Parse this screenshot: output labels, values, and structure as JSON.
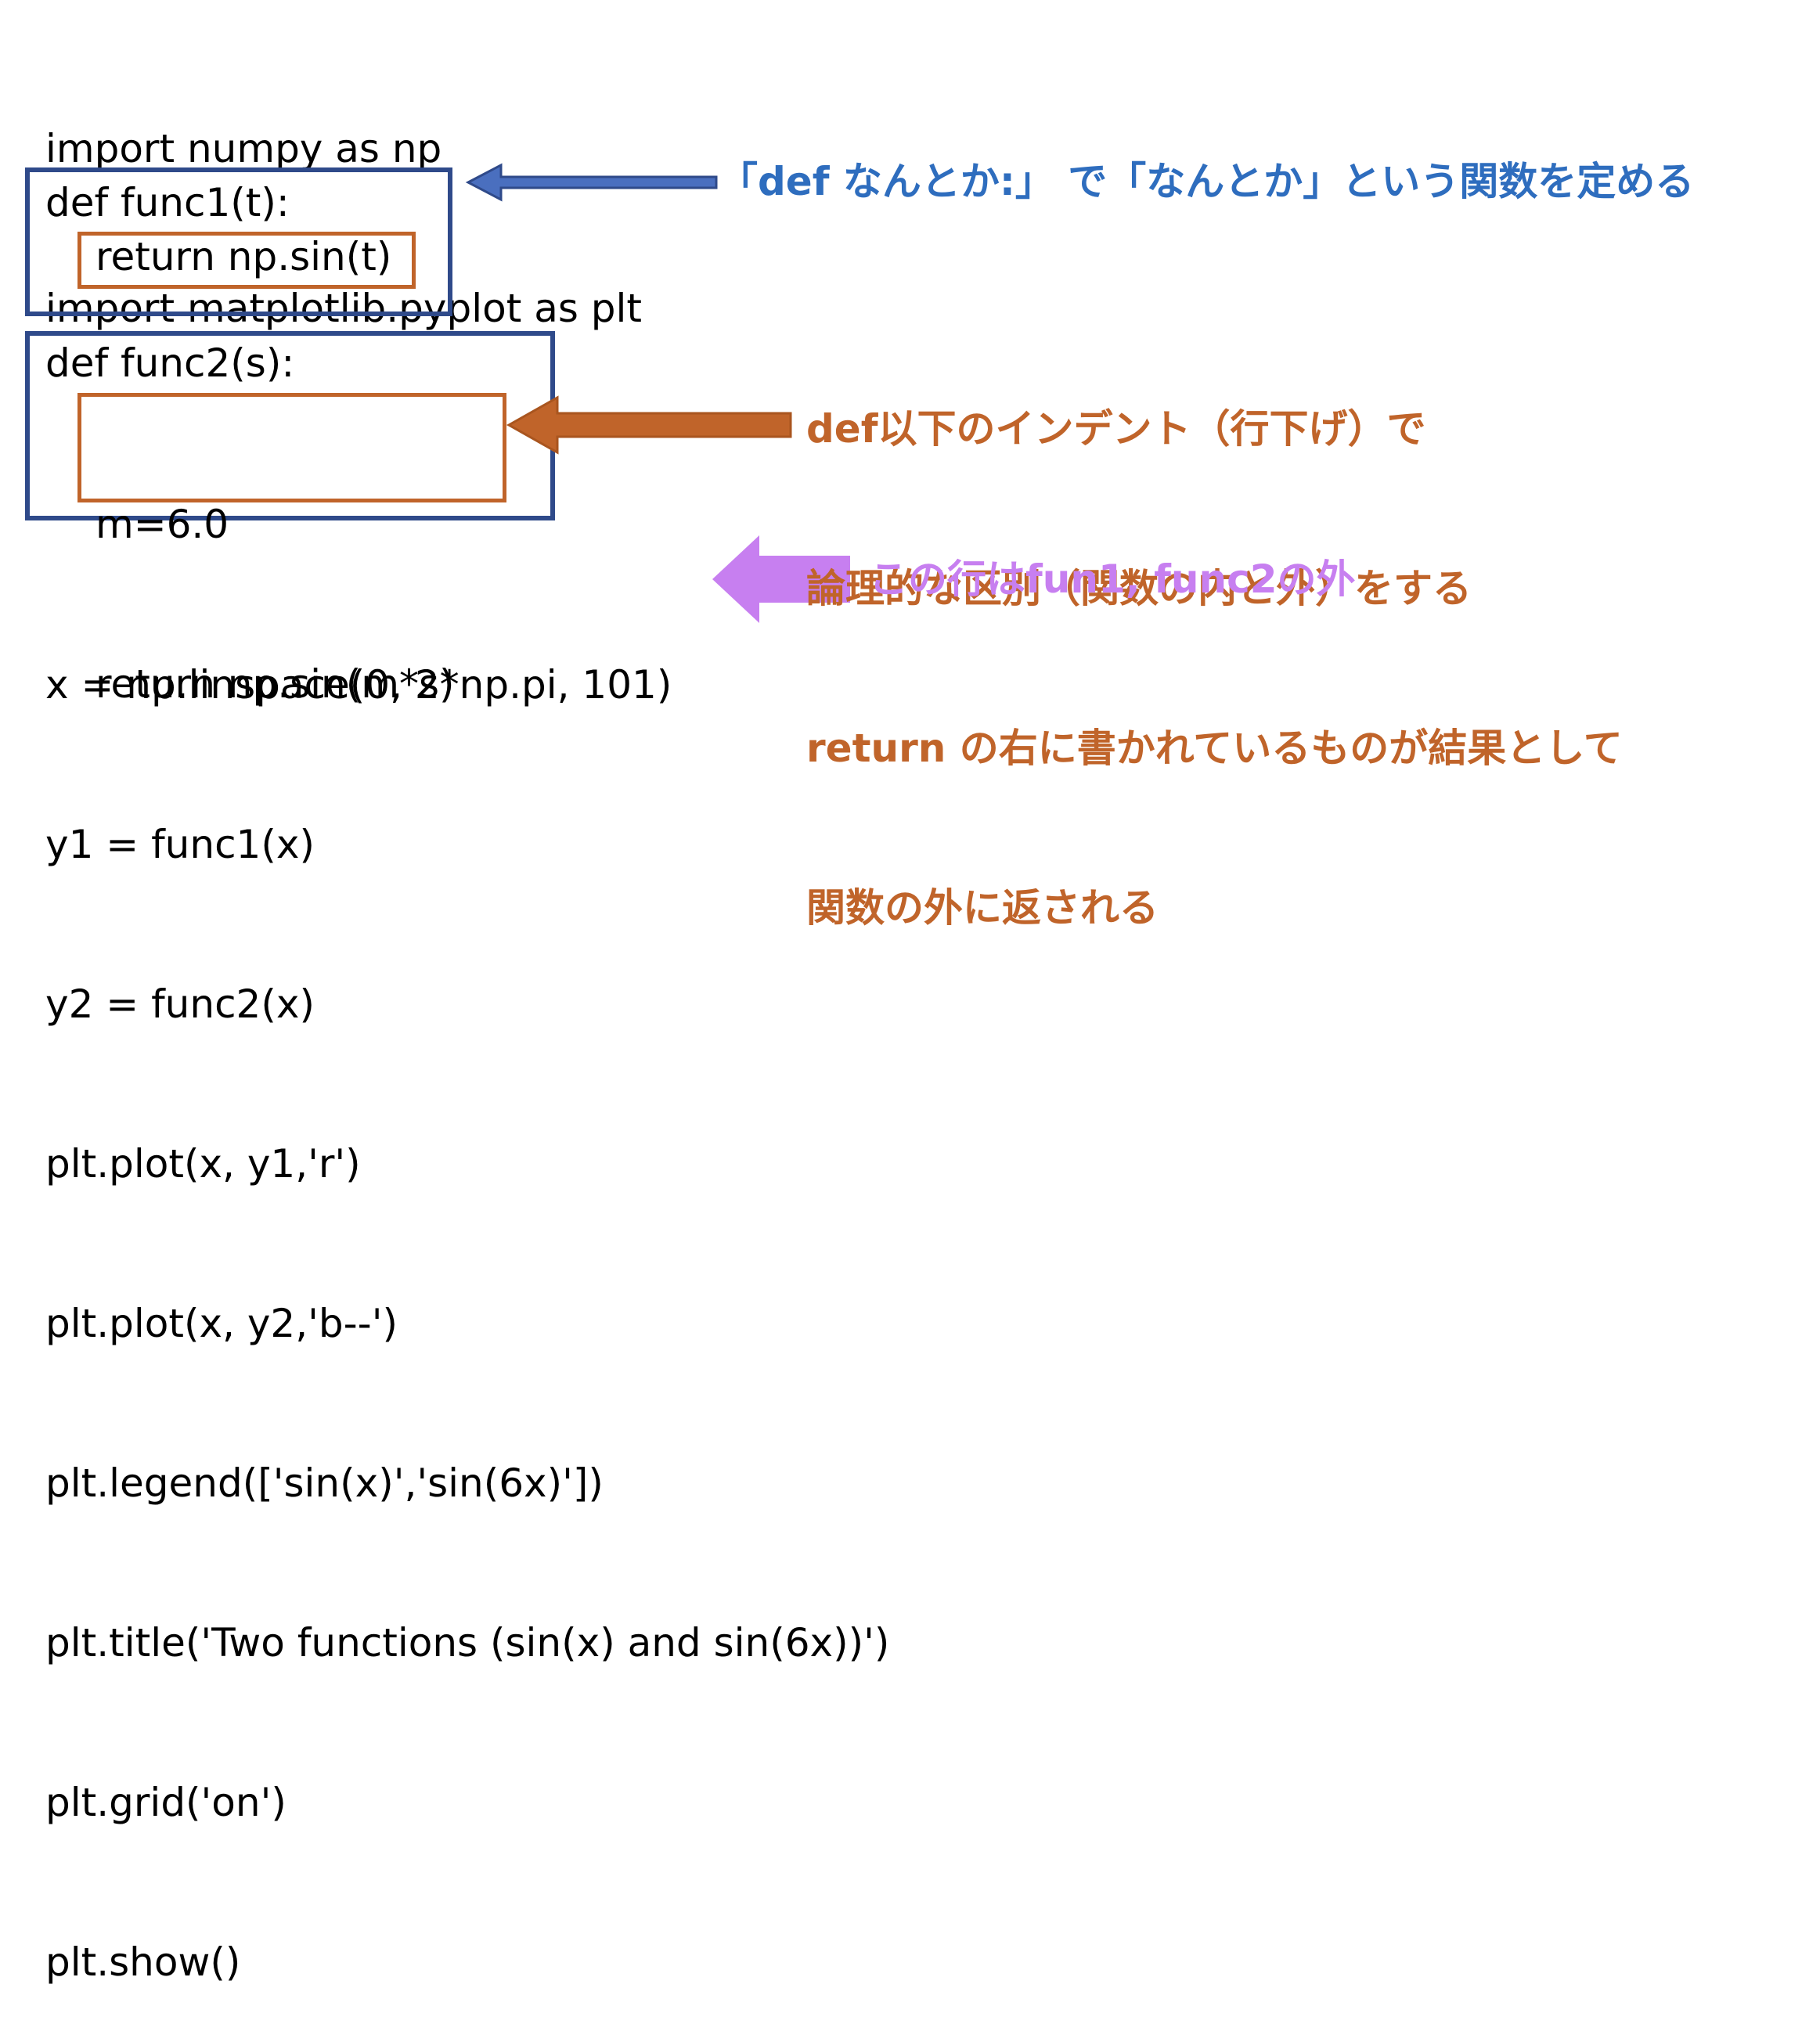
{
  "code": {
    "header_lines": [
      "import numpy as np",
      "import matplotlib.pyplot as plt"
    ],
    "func1": {
      "def_line": "def func1(t):",
      "body_lines": [
        "return np.sin(t)"
      ]
    },
    "func2": {
      "def_line": "def func2(s):",
      "body_lines": [
        "m=6.0",
        "return np.sin(m*s)"
      ]
    },
    "main_lines": [
      "x = np.linspace(0, 2*np.pi, 101)",
      "y1 = func1(x)",
      "y2 = func2(x)",
      "plt.plot(x, y1,'r')",
      "plt.plot(x, y2,'b--')",
      "plt.legend(['sin(x)','sin(6x)'])",
      "plt.title('Two functions (sin(x) and sin(6x))')",
      "plt.grid('on')",
      "plt.show()"
    ]
  },
  "annotations": {
    "def_note": "「def なんとか:」 で「なんとか」という関数を定める",
    "indent_note_lines": [
      "def以下のインデント（行下げ）で",
      "論理的な区別（関数の内と外）をする",
      "return の右に書かれているものが結果として",
      "関数の外に返される"
    ],
    "outside_note": "この行はfun1, func2の外"
  },
  "colors": {
    "blue_accent": "#2f4a8a",
    "blue_text": "#2e6dbe",
    "orange_accent": "#c0642a",
    "purple_accent": "#c77ff0",
    "code_text": "#000000"
  }
}
